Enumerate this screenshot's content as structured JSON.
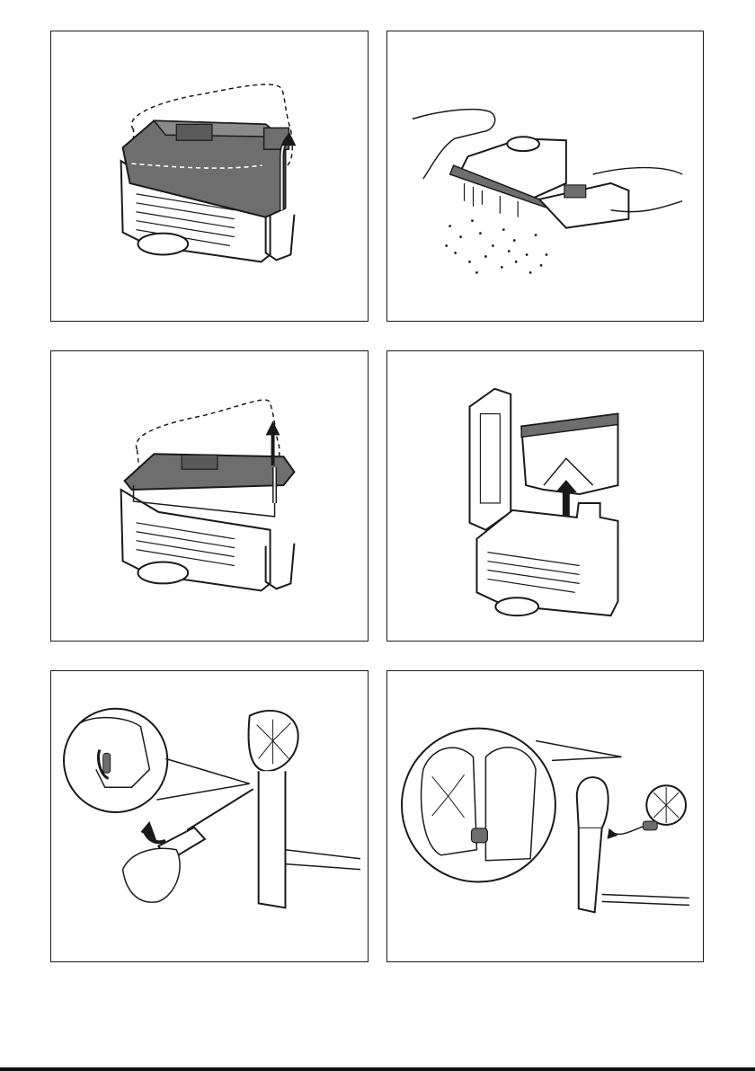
{
  "figures": [
    {
      "id": 1,
      "depicts": "dust-case-lid-lift"
    },
    {
      "id": 2,
      "depicts": "dust-case-emptying"
    },
    {
      "id": 3,
      "depicts": "dust-case-cover-open"
    },
    {
      "id": 4,
      "depicts": "filter-removal"
    },
    {
      "id": 5,
      "depicts": "screwdriver-release"
    },
    {
      "id": 6,
      "depicts": "nozzle-attachment"
    }
  ],
  "colors": {
    "line": "#1a1a1a",
    "fill_dark": "#6e6e6e",
    "fill_light": "#ffffff"
  }
}
